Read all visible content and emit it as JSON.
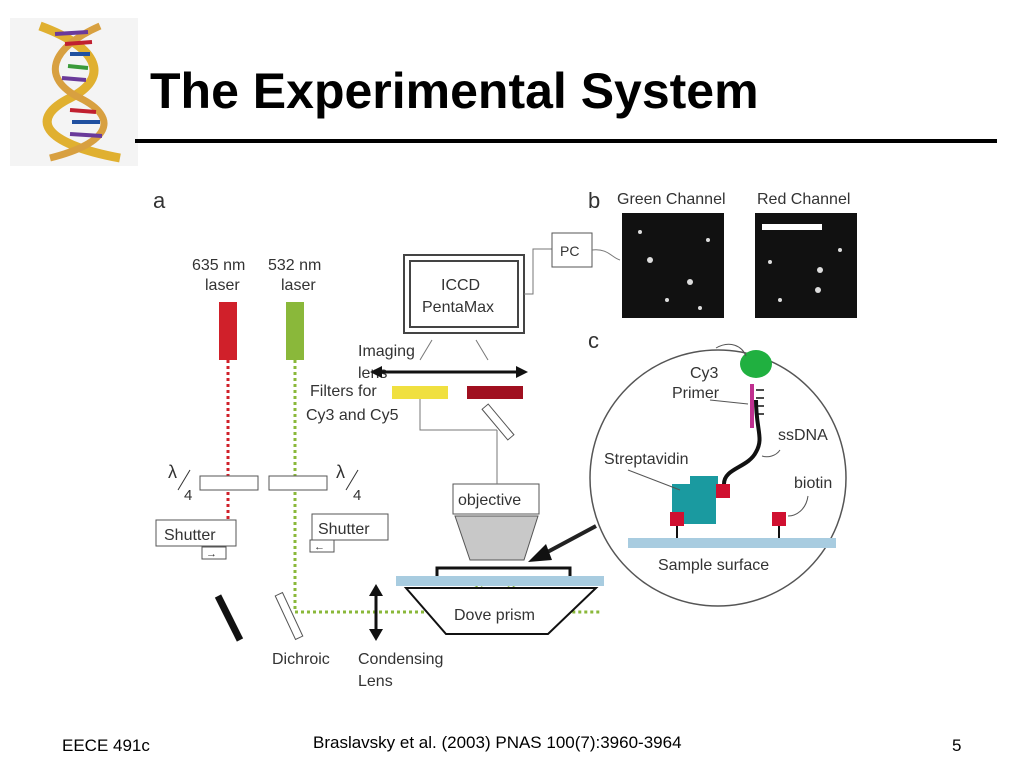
{
  "slide": {
    "title": "The Experimental System",
    "footer_left": "EECE 491c",
    "footer_center": "Braslavsky et al. (2003) PNAS 100(7):3960-3964",
    "page_number": "5",
    "logo": "dna-helix-icon"
  },
  "figure": {
    "panel_a": "a",
    "panel_b": "b",
    "panel_c": "c",
    "laser_635_line1": "635 nm",
    "laser_635_line2": "laser",
    "laser_532_line1": "532 nm",
    "laser_532_line2": "laser",
    "iccd_line1": "ICCD",
    "iccd_line2": "PentaMax",
    "pc": "PC",
    "green_channel": "Green Channel",
    "red_channel": "Red Channel",
    "imaging_lens_line1": "Imaging",
    "imaging_lens_line2": "lens",
    "filters_line1": "Filters for",
    "filters_line2": "Cy3 and Cy5",
    "lambda_left": "λ",
    "lambda_right": "λ",
    "quarter": "4",
    "shutter_left": "Shutter",
    "shutter_right": "Shutter",
    "objective": "objective",
    "dove_prism": "Dove prism",
    "dichroic": "Dichroic",
    "condensing_line1": "Condensing",
    "condensing_line2": "Lens",
    "cy3_line1": "Cy3",
    "cy3_line2": "Primer",
    "ssdna": "ssDNA",
    "streptavidin": "Streptavidin",
    "biotin": "biotin",
    "sample_surface": "Sample surface"
  },
  "colors": {
    "red_laser": "#d0202a",
    "green_laser": "#8ab83a",
    "yellow_filter": "#f0e040",
    "dark_red_filter": "#a01020",
    "streptavidin": "#1a9aa0",
    "biotin": "#d01030",
    "sample_surface": "#a8cce0",
    "cy3": "#20b040",
    "primer": "#c03090"
  }
}
